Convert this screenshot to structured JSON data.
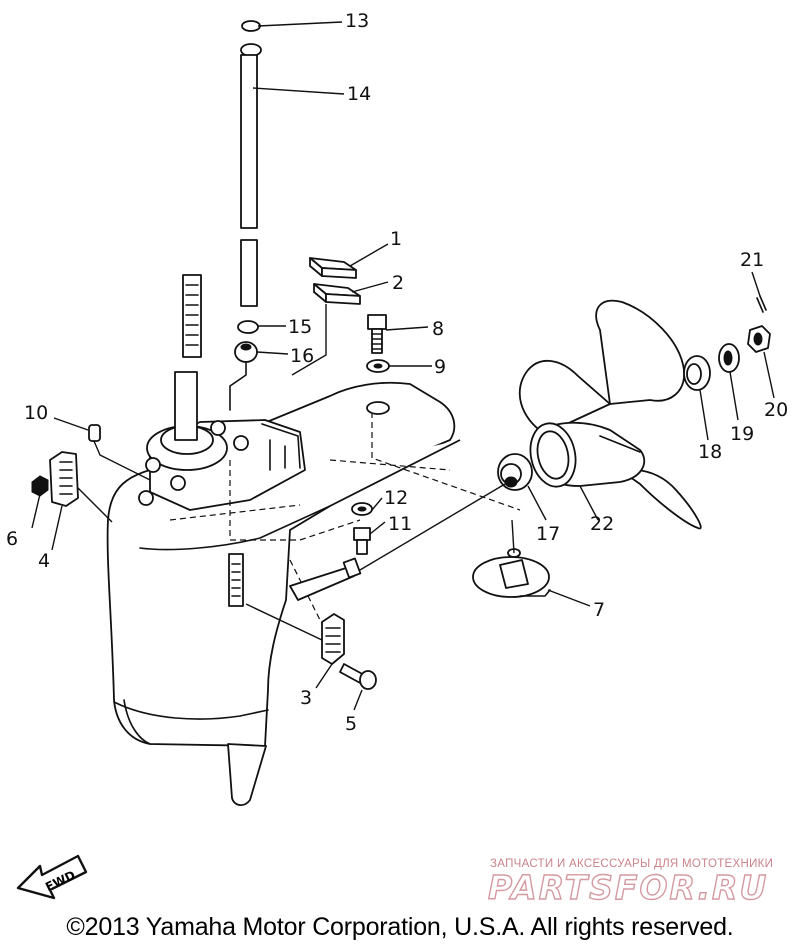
{
  "diagram": {
    "labels": {
      "p1": "1",
      "p2": "2",
      "p3": "3",
      "p4": "4",
      "p5": "5",
      "p6": "6",
      "p7": "7",
      "p8": "8",
      "p9": "9",
      "p10": "10",
      "p11": "11",
      "p12": "12",
      "p13": "13",
      "p14": "14",
      "p15": "15",
      "p16": "16",
      "p17": "17",
      "p18": "18",
      "p19": "19",
      "p20": "20",
      "p21": "21",
      "p22": "22"
    },
    "fwd_arrow": "FWD"
  },
  "watermark": {
    "tagline": "ЗАПЧАСТИ И АКСЕССУАРЫ ДЛЯ МОТОТЕХНИКИ",
    "logo": "PARTSFOR.RU",
    "color": "#c9838a"
  },
  "footer": {
    "copyright": "©2013 Yamaha Motor Corporation, U.S.A. All rights reserved."
  }
}
